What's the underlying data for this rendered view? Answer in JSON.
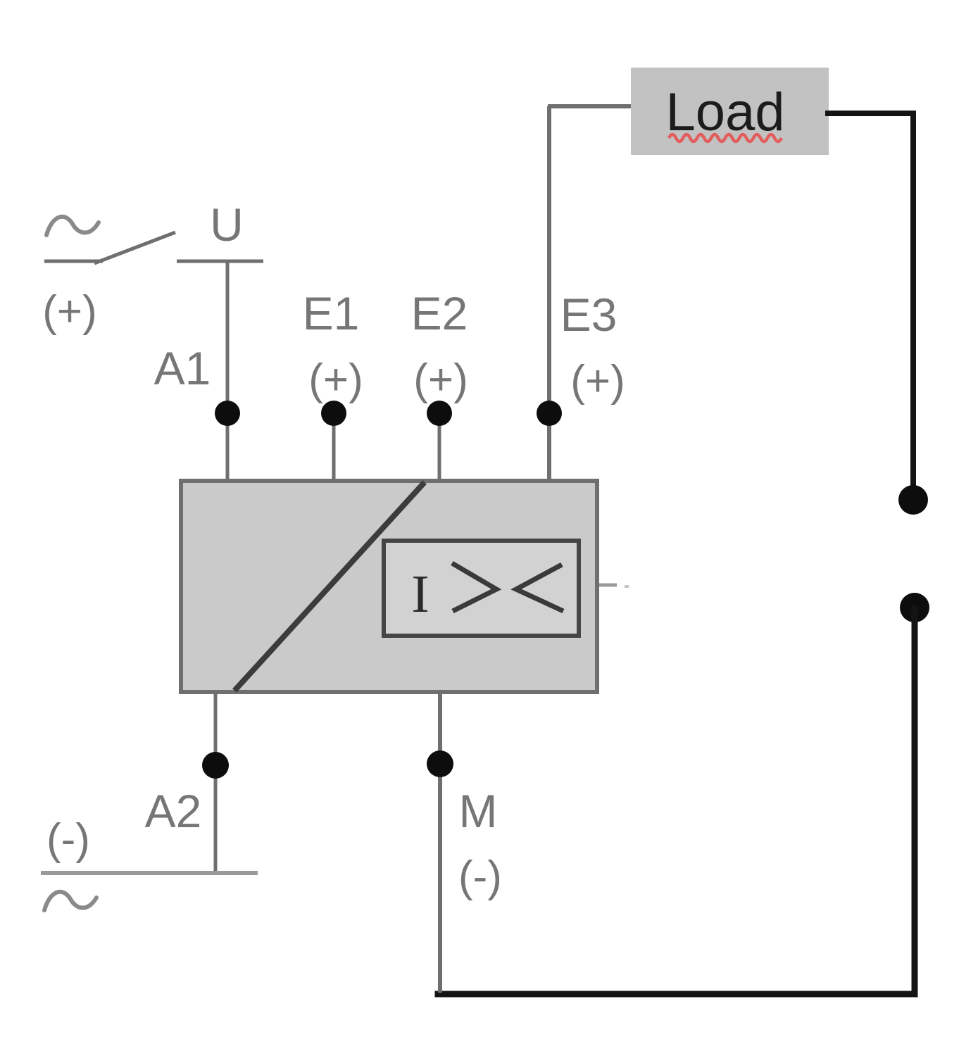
{
  "diagram_type": "device-wiring-diagram",
  "load": {
    "label": "Load"
  },
  "source": {
    "voltage_label": "U",
    "plus_label": "(+)",
    "minus_label": "(-)"
  },
  "terminals": {
    "a1": "A1",
    "a2": "A2",
    "e1": "E1",
    "e1_polarity": "(+)",
    "e2": "E2",
    "e2_polarity": "(+)",
    "e3": "E3",
    "e3_polarity": "(+)",
    "m": "M",
    "m_polarity": "(-)"
  },
  "device": {
    "function_symbol": "I"
  },
  "colors": {
    "device_fill": "#cacaca",
    "device_border": "#6f6f6f",
    "load_fill": "#c2c2c2",
    "wire_gray": "#6f6f6f",
    "wire_black": "#141414",
    "label_gray": "#767676",
    "spellcheck_red": "#e35d5d"
  }
}
